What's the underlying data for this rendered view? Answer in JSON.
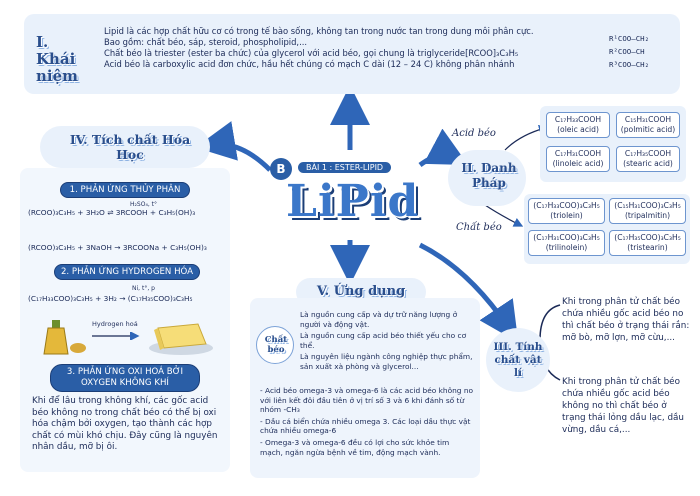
{
  "section1": {
    "heading": "I. Khái niệm",
    "lines": [
      "Lipid là các hợp chất hữu cơ có trong tế bào sống, không tan trong nước tan trong dung môi phân cực.",
      "Bao gồm: chất béo, sáp, steroid, phospholipid,...",
      "Chất béo là triester (ester ba chức) của glycerol với acid béo, gọi chung là triglyceride[RCOO]₃C₃H₅",
      "Acid béo là carboxylic acid đơn chức, hầu hết chúng có mạch C dài (12 – 24 C) không phân nhánh"
    ],
    "formula": [
      "R¹COO–CH₂",
      "R²COO–CH",
      "R³COO–CH₂"
    ]
  },
  "center": {
    "badge": "B",
    "lesson": "BÀI 1 : ESTER-LIPID",
    "title": "LiPid"
  },
  "section2": {
    "heading": "II. Danh Pháp",
    "acid_label": "Acid béo",
    "fat_label": "Chất béo",
    "acids": [
      {
        "formula": "C₁₇H₃₃COOH",
        "name": "(oleic acid)"
      },
      {
        "formula": "C₁₅H₃₁COOH",
        "name": "(polmitic acid)"
      },
      {
        "formula": "C₁₇H₃₁COOH",
        "name": "(linoleic acid)"
      },
      {
        "formula": "C₁₇H₃₅COOH",
        "name": "(stearic acid)"
      }
    ],
    "fats": [
      {
        "formula": "(C₁₇H₃₃COO)₃C₃H₅",
        "name": "(triolein)"
      },
      {
        "formula": "(C₁₅H₃₁COO)₃C₃H₅",
        "name": "(tripalmitin)"
      },
      {
        "formula": "(C₁₇H₃₁COO)₃C₃H₅",
        "name": "(trilinolein)"
      },
      {
        "formula": "(C₁₇H₃₅COO)₃C₃H₅",
        "name": "(tristearin)"
      }
    ]
  },
  "section3": {
    "heading": "III. Tính chất vật lí",
    "text1": "Khi trong phân tử chất béo chứa nhiều gốc acid béo no thì chất béo ở trạng thái rắn: mỡ bò, mỡ lợn, mỡ cừu,...",
    "text2": "Khi trong phân tử chất béo chứa nhiều gốc acid béo không no thì chất béo ở trạng thái lỏng dầu lạc, dầu vừng, dầu cá,..."
  },
  "section4": {
    "heading": "IV. Tích chất Hóa Học",
    "reaction1_title": "1. PHẢN ỨNG THỦY PHÂN",
    "reaction1_eq1": "(RCOO)₃C₃H₅ + 3H₂O ⇌ 3RCOOH + C₃H₅(OH)₃",
    "reaction1_cond": "H₂SO₄, t°",
    "reaction1_eq2": "(RCOO)₃C₃H₅ + 3NaOH → 3RCOONa + C₃H₅(OH)₃",
    "reaction2_title": "2. PHẢN ỨNG HYDROGEN HÓA",
    "reaction2_eq": "(C₁₇H₃₃COO)₃C₃H₅ + 3H₂ → (C₁₇H₃₅COO)₃C₃H₅",
    "reaction2_cond": "Ni, t°, p",
    "hydro_label": "Hydrogen hoá",
    "reaction3_title": "3. PHẢN ỨNG OXI HOÁ BỞI OXYGEN KHÔNG KHÍ",
    "reaction3_text": "Khi để lâu trong không khí, các gốc acid béo không no trong chất béo có thể bị oxi hóa chậm bởi oxygen, tạo thành các hợp chất có mùi khó chịu. Đây cũng là nguyên nhân dầu, mỡ bị ôi."
  },
  "section5": {
    "heading": "V. Ứng dụng",
    "side_label": "Chất béo",
    "bullets": [
      "Là nguồn cung cấp và dự trữ năng lượng ở người và động vật.",
      "Là nguồn cung cấp acid béo thiết yếu cho cơ thể.",
      "Là nguyên liệu ngành công nghiệp thực phẩm, sản xuất xà phòng và glycerol..."
    ],
    "extra": [
      "- Acid béo omega-3 và omega-6 là các acid béo không no với liên kết đôi đầu tiên ở vị trí số 3 và 6 khi đánh số từ nhóm -CH₃",
      "- Dầu cá biển chứa nhiều omega 3. Các loại dầu thực vật chứa nhiều omega-6",
      "- Omega-3 và omega-6 đều có lợi cho sức khỏe tim mạch, ngăn ngừa bệnh về tim, động mạch vành."
    ]
  },
  "colors": {
    "panel": "#e9f1fb",
    "accent": "#2a5ea6",
    "arrow": "#2f66b8"
  }
}
